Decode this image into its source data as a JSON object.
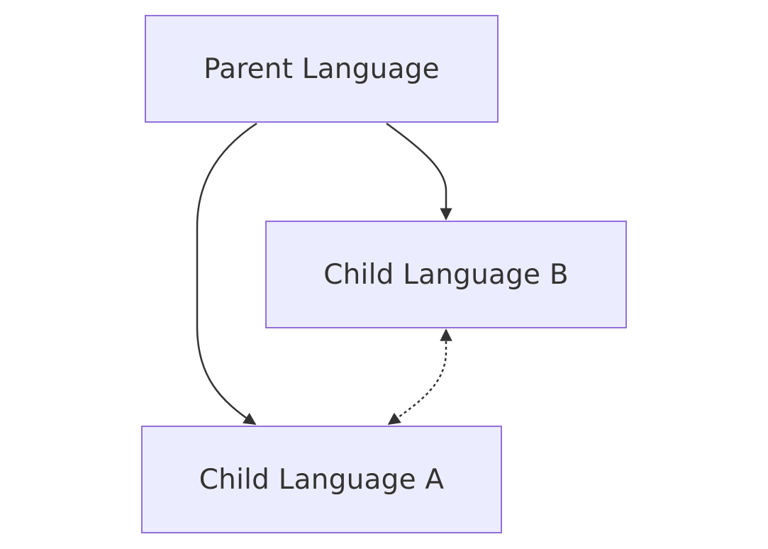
{
  "colors": {
    "node_fill": "#ECECFF",
    "node_border": "#9370DB",
    "node_text": "#333333",
    "edge": "#333333",
    "background": "#FFFFFF"
  },
  "nodes": {
    "parent": {
      "label": "Parent Language"
    },
    "child_b": {
      "label": "Child Language B"
    },
    "child_a": {
      "label": "Child Language A"
    }
  },
  "edges": [
    {
      "from": "Parent Language",
      "to": "Child Language B",
      "style": "solid",
      "arrow": "end"
    },
    {
      "from": "Parent Language",
      "to": "Child Language A",
      "style": "solid",
      "arrow": "end"
    },
    {
      "from": "Child Language B",
      "to": "Child Language A",
      "style": "dotted",
      "arrow": "both"
    }
  ]
}
